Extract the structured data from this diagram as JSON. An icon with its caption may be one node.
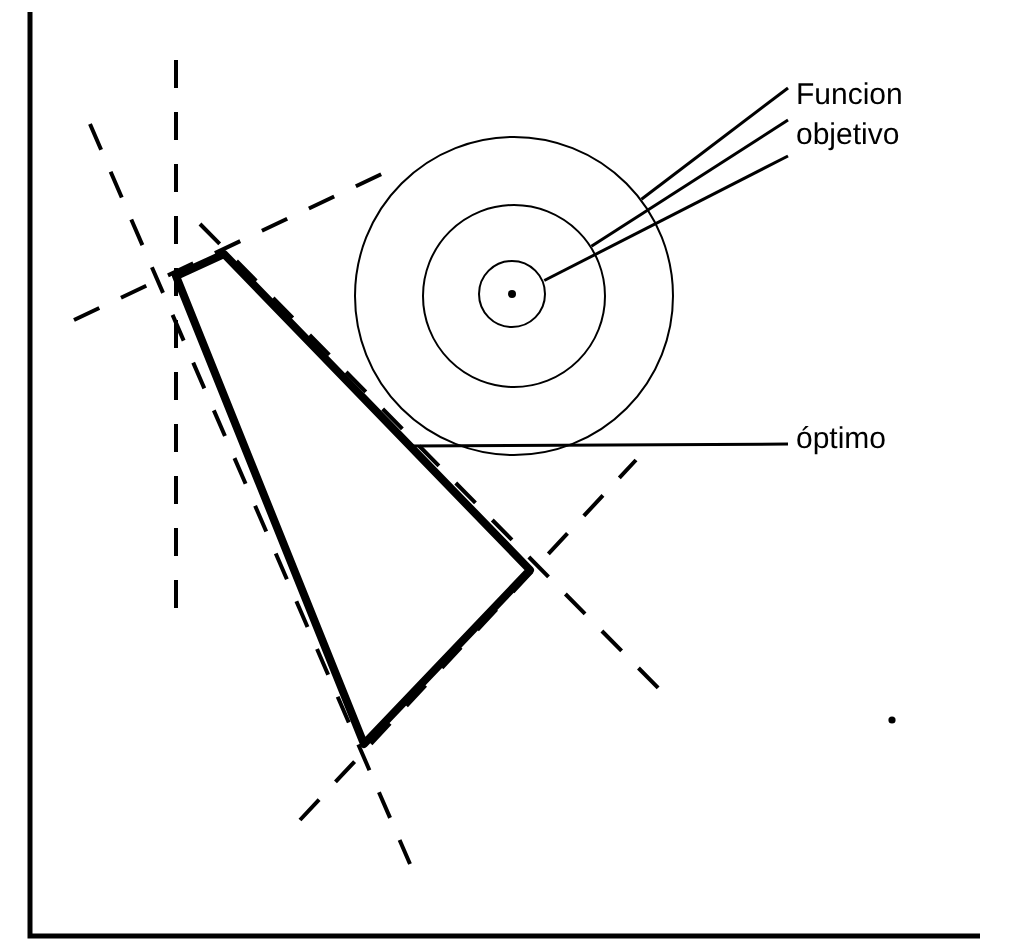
{
  "diagram": {
    "nodes": [
      {
        "text": [
          "Funcion objetivo"
        ]
      },
      {
        "text": [],
        "shape": "circle"
      },
      {
        "text": [],
        "shape": "circle",
        "in": 1
      },
      {
        "text": [],
        "shape": "circle",
        "in": 2
      },
      {
        "text": [],
        "shape": "polygon"
      },
      {
        "text": [
          "óptimo"
        ]
      }
    ],
    "edges": [
      {
        "from": 0,
        "to": 1,
        "arrow": "none"
      },
      {
        "from": 0,
        "to": 2,
        "arrow": "none"
      },
      {
        "from": 0,
        "to": 3,
        "arrow": "none"
      },
      {
        "from": 5,
        "to": 4,
        "arrow": "none"
      }
    ]
  }
}
